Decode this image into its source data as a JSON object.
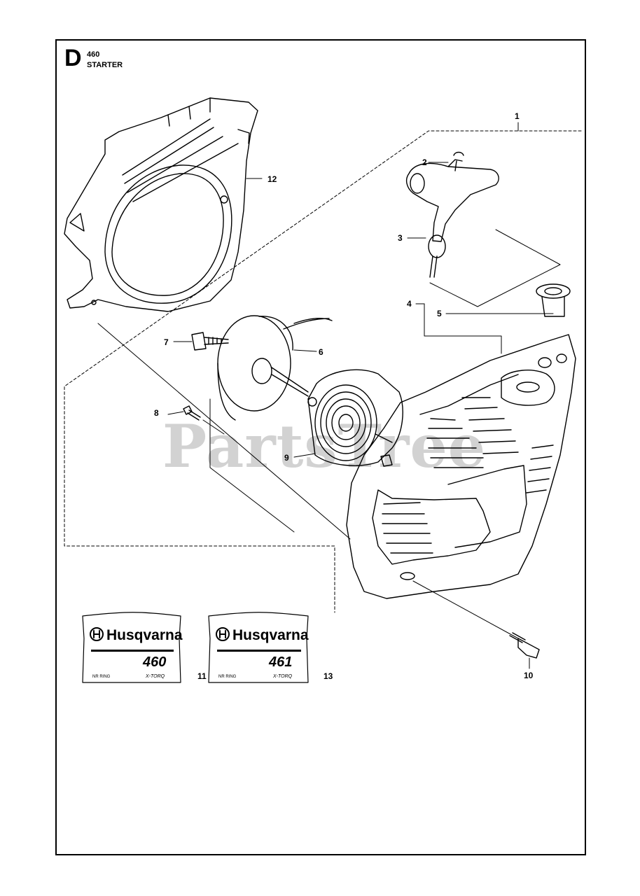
{
  "header": {
    "section_letter": "D",
    "model": "460",
    "title": "STARTER"
  },
  "watermark": "PartsTree",
  "callouts": [
    "1",
    "2",
    "3",
    "4",
    "5",
    "6",
    "7",
    "8",
    "9",
    "10",
    "11",
    "12",
    "13"
  ],
  "decals": [
    {
      "brand": "Husqvarna",
      "model": "460",
      "left_text": "NR RING",
      "right_text": "X-TORQ"
    },
    {
      "brand": "Husqvarna",
      "model": "461",
      "left_text": "NR RING",
      "right_text": "X-TORQ"
    }
  ],
  "colors": {
    "line": "#000000",
    "watermark": "#d2d2d2",
    "background": "#ffffff"
  }
}
